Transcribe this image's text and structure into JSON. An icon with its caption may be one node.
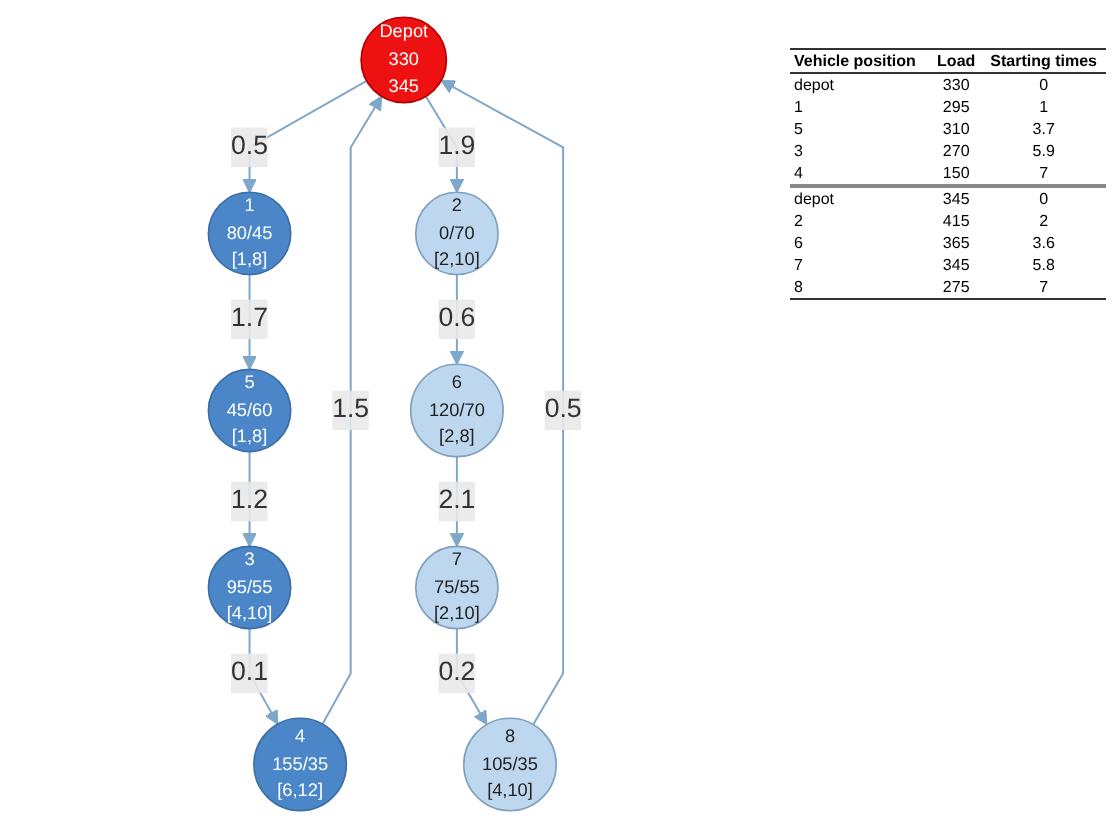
{
  "diagram": {
    "nodes": [
      {
        "text": [
          "Depot",
          "330",
          "345"
        ]
      },
      {
        "text": [
          "1",
          "80/45",
          "[1,8]"
        ]
      },
      {
        "text": [
          "2",
          "0/70",
          "[2,10]"
        ]
      },
      {
        "text": [
          "3",
          "95/55",
          "[4,10]"
        ]
      },
      {
        "text": [
          "4",
          "155/35",
          "[6,12]"
        ]
      },
      {
        "text": [
          "5",
          "45/60",
          "[1,8]"
        ]
      },
      {
        "text": [
          "6",
          "120/70",
          "[2,8]"
        ]
      },
      {
        "text": [
          "7",
          "75/55",
          "[2,10]"
        ]
      },
      {
        "text": [
          "8",
          "105/35",
          "[4,10]"
        ]
      }
    ],
    "edges": [
      {
        "from": 0,
        "to": 1,
        "arrow": "to",
        "label": "0.5"
      },
      {
        "from": 1,
        "to": 5,
        "arrow": "to",
        "label": "1.7"
      },
      {
        "from": 5,
        "to": 3,
        "arrow": "to",
        "label": "1.2"
      },
      {
        "from": 3,
        "to": 4,
        "arrow": "to",
        "label": "0.1"
      },
      {
        "from": 4,
        "to": 0,
        "arrow": "to",
        "label": "1.5"
      },
      {
        "from": 0,
        "to": 2,
        "arrow": "to",
        "label": "1.9"
      },
      {
        "from": 2,
        "to": 6,
        "arrow": "to",
        "label": "0.6"
      },
      {
        "from": 6,
        "to": 7,
        "arrow": "to",
        "label": "2.1"
      },
      {
        "from": 7,
        "to": 8,
        "arrow": "to",
        "label": "0.2"
      },
      {
        "from": 8,
        "to": 0,
        "arrow": "to",
        "label": "0.5"
      }
    ],
    "labels": [
      "Vehicle position",
      "Load",
      "Starting times",
      "depot",
      "330",
      "0",
      "1",
      "295",
      "1",
      "5",
      "310",
      "3.7",
      "3",
      "270",
      "5.9",
      "4",
      "150",
      "7",
      "depot",
      "345",
      "0",
      "2",
      "415",
      "2",
      "6",
      "365",
      "3.6",
      "7",
      "345",
      "5.8",
      "8",
      "275",
      "7"
    ]
  }
}
